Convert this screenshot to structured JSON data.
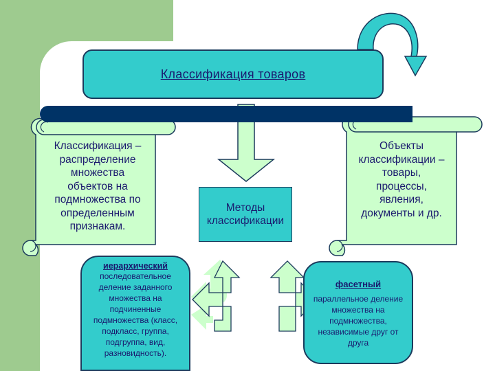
{
  "title": "Классификация товаров",
  "definition": [
    "Классификация –",
    "распределение",
    "множества",
    "объектов на",
    "подмножества по",
    "определенным",
    "признакам."
  ],
  "objects": [
    "Объекты",
    "классификации –",
    "товары,",
    "процессы,",
    "явления,",
    "документы и др."
  ],
  "methods": [
    "Методы",
    "классификации"
  ],
  "hierarchical": {
    "heading": "иерархический",
    "lines": [
      "последовательное",
      "деление заданного",
      "множества на",
      "подчиненные",
      "подмножества (класс,",
      "подкласс, группа,",
      "подгруппа, вид,",
      "разновидность)."
    ]
  },
  "faceted": {
    "heading": "фасетный",
    "lines": [
      "параллельное деление",
      "множества на",
      "подмножества,",
      "независимые друг от",
      "друга"
    ]
  },
  "colors": {
    "sidebar_green": "#9ecb8f",
    "teal": "#33cccc",
    "mint": "#ccffcc",
    "navy_bar": "#003366",
    "text": "#1a1a6e"
  }
}
